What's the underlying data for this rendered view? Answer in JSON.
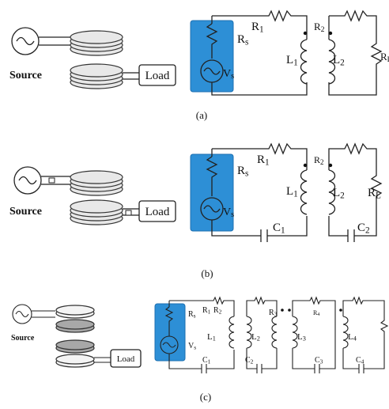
{
  "colors": {
    "source_box": "#2d8fd6",
    "wire": "#222222",
    "coil_fill": "#e8e8e8",
    "coil_gray": "#a8a8a8"
  },
  "panel_a": {
    "caption": "(a)",
    "source_label": "Source",
    "load_label": "Load",
    "labels": {
      "rs": "Rs",
      "r1": "R1",
      "r2": "R2",
      "l1": "L1",
      "l2": "L2",
      "rl": "RL",
      "vs": "Vs"
    }
  },
  "panel_b": {
    "caption": "(b)",
    "source_label": "Source",
    "load_label": "Load",
    "labels": {
      "rs": "Rs",
      "r1": "R1",
      "r2": "R2",
      "l1": "L1",
      "l2": "L2",
      "rl": "RL",
      "vs": "Vs",
      "c1": "C1",
      "c2": "C2"
    }
  },
  "panel_c": {
    "caption": "(c)",
    "source_label": "Source",
    "load_label": "Load",
    "labels": {
      "rs": "Rs",
      "r1": "R1",
      "r2": "R2",
      "r3": "R3",
      "r4": "R4",
      "l1": "L1",
      "l2": "L2",
      "l3": "L3",
      "l4": "L4",
      "vs": "Vs",
      "c1": "C1",
      "c2": "C2",
      "c3": "C3",
      "c4": "C4"
    }
  }
}
